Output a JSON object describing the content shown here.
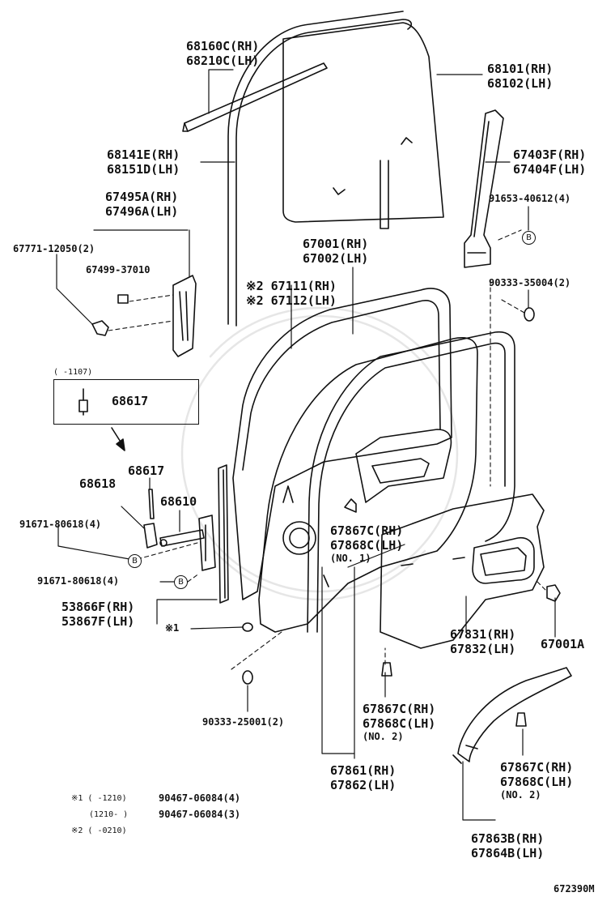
{
  "figure_code": "672390M",
  "parts": {
    "p68160": [
      "68160C(RH)",
      "68210C(LH)"
    ],
    "p68101": [
      "68101(RH)",
      "68102(LH)"
    ],
    "p68141": [
      "68141E(RH)",
      "68151D(LH)"
    ],
    "p67403": [
      "67403F(RH)",
      "67404F(LH)"
    ],
    "p67495": [
      "67495A(RH)",
      "67496A(LH)"
    ],
    "p91653": "91653-40612(4)",
    "p67771": "67771-12050(2)",
    "p67001": [
      "67001(RH)",
      "67002(LH)"
    ],
    "p67499": "67499-37010",
    "p67111": [
      "※2 67111(RH)",
      "※2 67112(LH)"
    ],
    "p90333_35004": "90333-35004(2)",
    "p68617_range": "(      -1107)",
    "p68617_box": "68617",
    "p68617": "68617",
    "p68618": "68618",
    "p68610": "68610",
    "p91671_a": "91671-80618(4)",
    "p67867_1": [
      "67867C(RH)",
      "67868C(LH)",
      "(NO. 1)"
    ],
    "p91671_b": "91671-80618(4)",
    "p53866": [
      "53866F(RH)",
      "53867F(LH)"
    ],
    "p_note1": "※1",
    "p67831": [
      "67831(RH)",
      "67832(LH)"
    ],
    "p67001a": "67001A",
    "p67867_2": [
      "67867C(RH)",
      "67868C(LH)",
      "(NO. 2)"
    ],
    "p90333_25001": "90333-25001(2)",
    "p67867_3": [
      "67867C(RH)",
      "67868C(LH)",
      "(NO. 2)"
    ],
    "p67861": [
      "67861(RH)",
      "67862(LH)"
    ],
    "p67863": [
      "67863B(RH)",
      "67864B(LH)"
    ],
    "circle_b": "B"
  },
  "notes": {
    "n1a_label": "※1 (      -1210)",
    "n1a_part": "90467-06084(4)",
    "n1b_label": "(1210-      )",
    "n1b_part": "90467-06084(3)",
    "n2_label": "※2 (      -0210)"
  }
}
